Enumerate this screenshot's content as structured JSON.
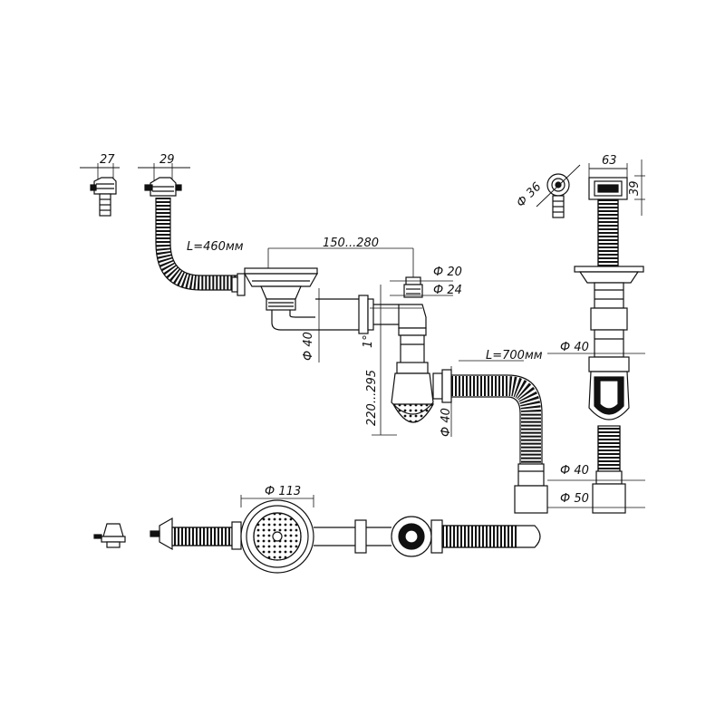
{
  "dimensions": {
    "d27": "27",
    "d29": "29",
    "hose_left": "L=460мм",
    "span": "150...280",
    "phi20": "Ф 20",
    "phi24": "Ф 24",
    "phi40_left": "Ф 40",
    "angle": "1°",
    "height": "220...295",
    "hose_right": "L=700мм",
    "phi40_mid": "Ф 40",
    "phi40_side": "Ф 40",
    "phi40_bottom": "Ф 40",
    "phi50": "Ф 50",
    "phi36": "Ф 36",
    "d63": "63",
    "d39": "39",
    "phi113": "Ф 113"
  }
}
